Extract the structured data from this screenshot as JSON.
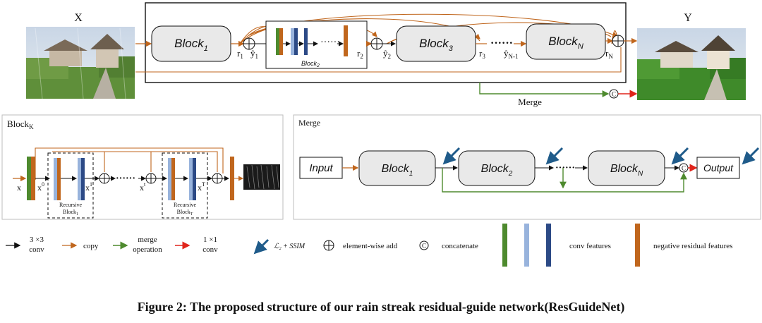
{
  "top": {
    "input_label": "X",
    "output_label": "Y",
    "blocks": [
      {
        "name": "Block",
        "sub": "1"
      },
      {
        "name": "Block",
        "sub": "3"
      },
      {
        "name": "Block",
        "sub": "N"
      }
    ],
    "inner_block": {
      "name": "Block",
      "sub": "2"
    },
    "residual_labels": {
      "r1": "r",
      "r1_sub": "1",
      "r2": "r",
      "r2_sub": "2",
      "r3": "r",
      "r3_sub": "3",
      "rN": "r",
      "rN_sub": "N"
    },
    "yhat_labels": {
      "y1": "ŷ",
      "y1_sub": "1",
      "y2": "ŷ",
      "y2_sub": "2",
      "yN1": "ŷ",
      "yN1_sub": "N-1"
    },
    "merge_label": "Merge"
  },
  "blockk": {
    "title": "Block",
    "title_sub": "K",
    "x": "x",
    "x0": "x",
    "x0_sup": "0",
    "x1": "x",
    "x1_sup": "1",
    "xt": "x",
    "xt_sup": "t",
    "xT": "x",
    "xT_sup": "T",
    "rec1_line1": "Recursive",
    "rec1_line2": "Block",
    "rec1_sub": "1",
    "recT_line1": "Recursive",
    "recT_line2": "Block",
    "recT_sub": "T"
  },
  "merge_panel": {
    "title": "Merge",
    "input": "Input",
    "blocks": [
      {
        "name": "Block",
        "sub": "1"
      },
      {
        "name": "Block",
        "sub": "2"
      },
      {
        "name": "Block",
        "sub": "N"
      }
    ],
    "output": "Output"
  },
  "legend": {
    "conv3_line1": "3 ×3",
    "conv3_line2": "conv",
    "copy": "copy",
    "merge_line1": "merge",
    "merge_line2": "operation",
    "conv1_line1": "1 ×1",
    "conv1_line2": "conv",
    "loss": "ℒ₂ + SSIM",
    "add": "element-wise add",
    "concat": "concatenate",
    "conv_features": "conv features",
    "neg_features": "negative residual features"
  },
  "caption": "Figure 2: The proposed structure of our rain streak residual-guide network(ResGuideNet)",
  "colors": {
    "orange": "#c0661d",
    "green": "#4e8a2e",
    "light_blue": "#98b3dc",
    "dark_blue": "#2c4a86",
    "red": "#e0251c",
    "loss_arrow": "#1f5b8a",
    "block_fill": "#e9e9e9"
  }
}
